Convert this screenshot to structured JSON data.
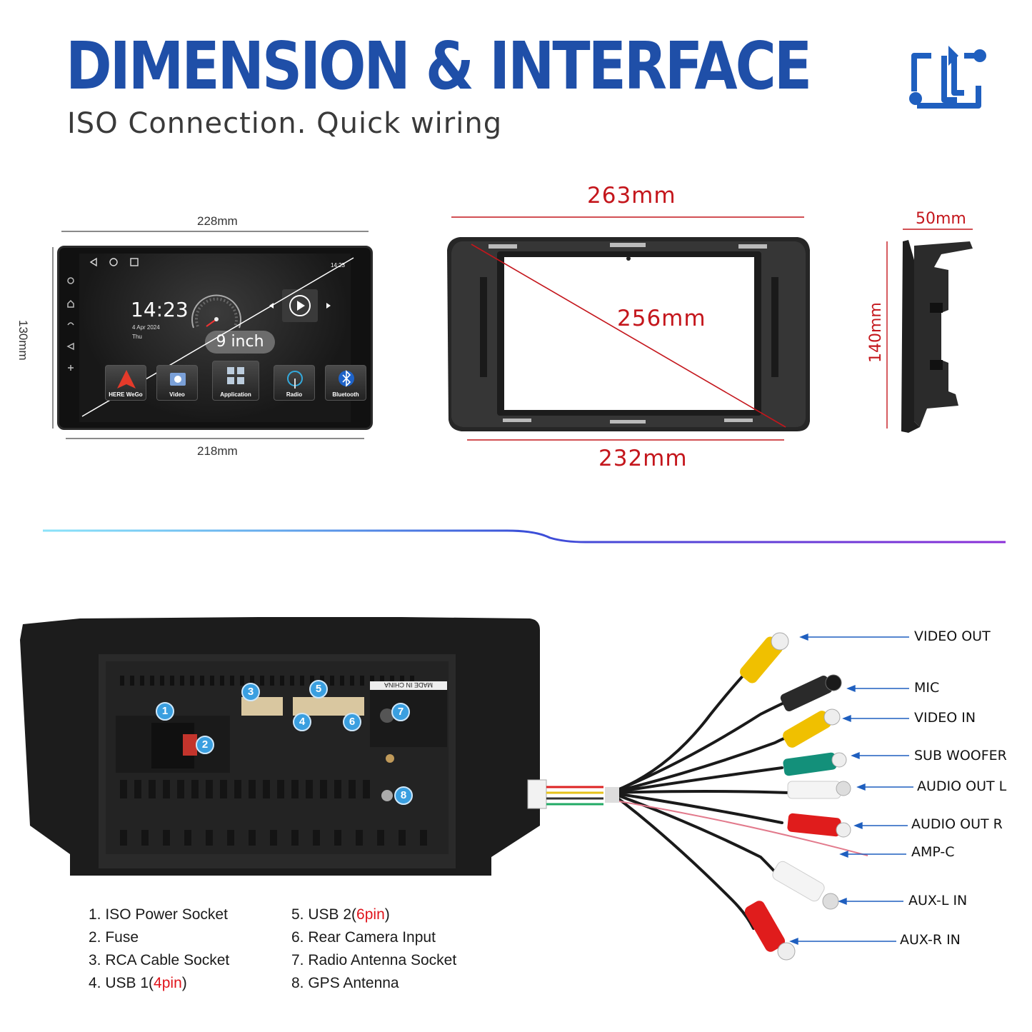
{
  "header": {
    "title": "DIMENSION & INTERFACE",
    "subtitle": "ISO Connection. Quick wiring",
    "logo_icon": "wiring-connection-icon",
    "brand_color": "#1f4fa8"
  },
  "dimensions": {
    "screen_top_width": "228mm",
    "screen_bottom_width": "218mm",
    "screen_height": "130mm",
    "frame_top_width": "263mm",
    "frame_diagonal": "256mm",
    "frame_bottom_width": "232mm",
    "side_depth": "50mm",
    "side_height": "140mm",
    "accent_color": "#c4161c"
  },
  "screen": {
    "clock": "14:23",
    "date": "4 Apr 2024",
    "day": "Thu",
    "status_time": "14:23",
    "size_badge": "9 inch",
    "apps": [
      {
        "label": "HERE WeGo",
        "icon": "navigation-arrow-icon"
      },
      {
        "label": "Video",
        "icon": "video-icon"
      },
      {
        "label": "Application",
        "icon": "app-grid-icon"
      },
      {
        "label": "Radio",
        "icon": "radio-icon"
      },
      {
        "label": "Bluetooth",
        "icon": "bluetooth-icon"
      }
    ]
  },
  "back_panel": {
    "markers": [
      "1",
      "2",
      "3",
      "4",
      "5",
      "6",
      "7",
      "8"
    ],
    "sticker": "MADE IN CHINA",
    "marker_color": "#3a9fe0"
  },
  "legend": {
    "left": [
      {
        "text": "1. ISO Power Socket",
        "highlight": ""
      },
      {
        "text": "2. Fuse",
        "highlight": ""
      },
      {
        "text": "3. RCA Cable Socket",
        "highlight": ""
      },
      {
        "text": "4. USB 1(",
        "highlight": "4pin",
        "suffix": ")"
      }
    ],
    "right": [
      {
        "text": "5. USB 2(",
        "highlight": "6pin",
        "suffix": ")"
      },
      {
        "text": "6. Rear Camera Input",
        "highlight": ""
      },
      {
        "text": "7. Radio Antenna Socket",
        "highlight": ""
      },
      {
        "text": "8. GPS Antenna",
        "highlight": ""
      }
    ],
    "highlight_color": "#e0141b"
  },
  "cables": {
    "labels": [
      "VIDEO OUT",
      "MIC",
      "VIDEO IN",
      "SUB WOOFER",
      "AUDIO OUT L",
      "AUDIO OUT R",
      "AMP-C",
      "AUX-L IN",
      "AUX-R IN"
    ],
    "arrow_color": "#1f5fbf"
  }
}
